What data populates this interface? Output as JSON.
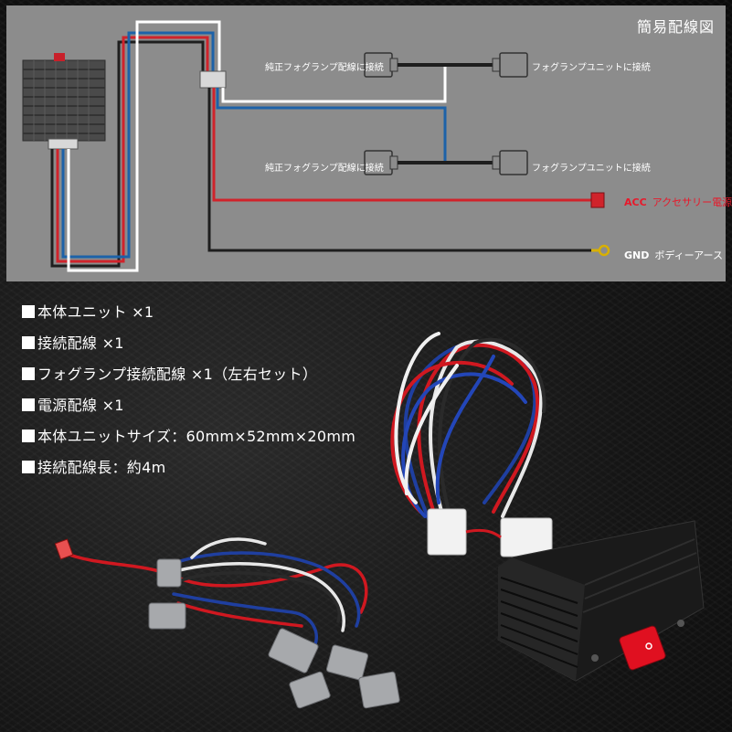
{
  "diagram": {
    "title": "簡易配線図",
    "labels": {
      "stock_fog_1": "純正フォグランプ配線に接続",
      "fog_unit_1": "フォグランプユニットに接続",
      "stock_fog_2": "純正フォグランプ配線に接続",
      "fog_unit_2": "フォグランプユニットに接続"
    },
    "acc": {
      "code": "ACC",
      "text": "アクセサリー電源"
    },
    "gnd": {
      "code": "GND",
      "text": "ボディーアース"
    },
    "colors": {
      "background": "#8c8c8c",
      "red": "#d0232b",
      "blue": "#1d62a8",
      "white": "#ffffff",
      "black": "#1e1e1e"
    }
  },
  "specs": [
    "本体ユニット ×1",
    "接続配線 ×1",
    "フォグランプ接続配線 ×1（左右セット）",
    "電源配線 ×1",
    "本体ユニットサイズ：60mm×52mm×20mm",
    "接続配線長：約4m"
  ],
  "photo": {
    "items": [
      "control-unit",
      "power-switch",
      "wire-harness"
    ],
    "switch_color": "#e01020"
  }
}
